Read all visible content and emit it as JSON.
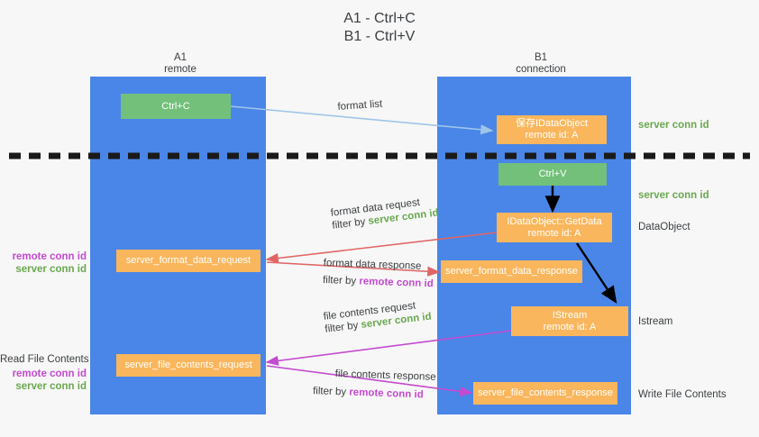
{
  "title": {
    "line1": "A1 - Ctrl+C",
    "line2": "B1 - Ctrl+V"
  },
  "columns": [
    {
      "name": "A1",
      "sub": "remote"
    },
    {
      "name": "B1",
      "sub": "connection"
    }
  ],
  "colors": {
    "lane": "#4a86e8",
    "green_box": "#72c07a",
    "orange_box": "#f9b65c",
    "server_conn": "#6aa84f",
    "remote_conn": "#c44ad0",
    "arrow_blue": "#9fc5e8",
    "arrow_red": "#e06666",
    "arrow_magenta": "#c44ad0",
    "arrow_black": "#000000",
    "background": "#f7f7f7"
  },
  "nodes": {
    "ctrl_c": {
      "label": "Ctrl+C"
    },
    "ctrl_v": {
      "label": "Ctrl+V"
    },
    "save_dataobject": {
      "line1": "保存IDataObject",
      "line2": "remote id: A"
    },
    "getdata": {
      "line1": "IDataObject::GetData",
      "line2": "remote id: A"
    },
    "istream": {
      "line1": "IStream",
      "line2": "remote id: A"
    },
    "server_format_data_request": {
      "label": "server_format_data_request"
    },
    "server_format_data_response": {
      "label": "server_format_data_response"
    },
    "server_file_contents_request": {
      "label": "server_file_contents_request"
    },
    "server_file_contents_response": {
      "label": "server_file_contents_response"
    }
  },
  "edge_labels": {
    "format_list": {
      "text": "format list"
    },
    "format_data_request": {
      "line1": "format data request",
      "filter_prefix": "filter by ",
      "filter_value": "server conn id"
    },
    "format_data_response": {
      "line1": "format data response",
      "filter_prefix": "filter by ",
      "filter_value": "remote conn id"
    },
    "file_contents_request": {
      "line1": "file contents request",
      "filter_prefix": "filter by ",
      "filter_value": "server conn id"
    },
    "file_contents_response": {
      "line1": "file contents response",
      "filter_prefix": "filter by ",
      "filter_value": "remote conn id"
    }
  },
  "right_annotations": [
    {
      "text": "server conn id",
      "kind": "server"
    },
    {
      "text": "server conn id",
      "kind": "server"
    },
    {
      "text": "DataObject",
      "kind": "plain"
    },
    {
      "text": "Istream",
      "kind": "plain"
    },
    {
      "text": "Write File Contents",
      "kind": "plain"
    }
  ],
  "left_annotations": {
    "group1": {
      "remote": "remote conn id",
      "server": "server conn id"
    },
    "group2": {
      "heading": "Read File Contents",
      "remote": "remote conn id",
      "server": "server conn id"
    }
  }
}
